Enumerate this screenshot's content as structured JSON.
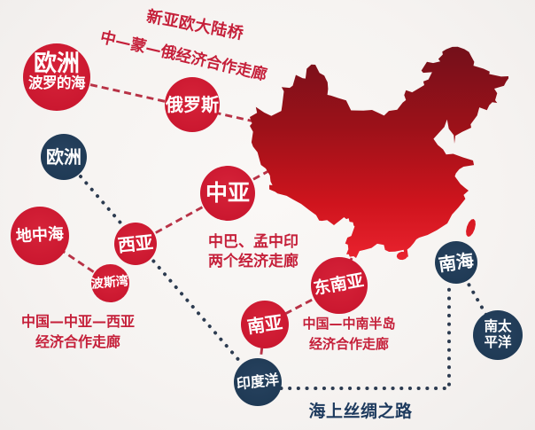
{
  "colors": {
    "background": "#f6f3f1",
    "map_gradient_top": "#73101a",
    "map_gradient_bottom": "#ec2430",
    "red_node": "#d01d33",
    "navy_node": "#203a56",
    "red_text": "#c5203a",
    "navy_text": "#1d3a5e",
    "red_dash_line": "#b83246",
    "navy_dot_line": "#2c3b50",
    "node_text": "#ffffff"
  },
  "nodes": [
    {
      "id": "europe-baltic",
      "label": "欧洲",
      "sublabel": "波罗的海",
      "type": "red"
    },
    {
      "id": "russia",
      "label": "俄罗斯",
      "type": "red"
    },
    {
      "id": "europe",
      "label": "欧洲",
      "type": "navy"
    },
    {
      "id": "central-asia",
      "label": "中亚",
      "type": "red"
    },
    {
      "id": "mediterranean",
      "label": "地中海",
      "type": "red"
    },
    {
      "id": "west-asia",
      "label": "西亚",
      "type": "red"
    },
    {
      "id": "persian-gulf",
      "label": "波斯湾",
      "type": "red"
    },
    {
      "id": "southeast-asia",
      "label": "东南亚",
      "type": "red"
    },
    {
      "id": "south-asia",
      "label": "南亚",
      "type": "red"
    },
    {
      "id": "indian-ocean",
      "label": "印度洋",
      "type": "navy"
    },
    {
      "id": "south-china-sea",
      "label": "南海",
      "type": "navy"
    },
    {
      "id": "south-pacific",
      "label": "南太平洋",
      "type": "navy"
    }
  ],
  "annotations": [
    {
      "id": "new-eurasian-land-bridge",
      "text": "新亚欧大陆桥"
    },
    {
      "id": "china-mongolia-russia-corridor",
      "text": "中—蒙—俄经济合作走廊"
    },
    {
      "id": "two-corridors",
      "line1": "中巴、孟中印",
      "line2": "两个经济走廊"
    },
    {
      "id": "china-central-west-asia-corridor",
      "line1": "中国—中亚—西亚",
      "line2": "经济合作走廊"
    },
    {
      "id": "china-indochina-corridor",
      "line1": "中国—中南半岛",
      "line2": "经济合作走廊"
    },
    {
      "id": "maritime-silk-road",
      "text": "海上丝绸之路"
    }
  ],
  "connections": {
    "red_dashed": [
      {
        "from": "europe-baltic",
        "to": "china",
        "via": "russia"
      },
      {
        "from": "central-asia",
        "to": "china"
      },
      {
        "from": "west-asia",
        "to": "central-asia"
      },
      {
        "from": "mediterranean",
        "to": "persian-gulf"
      },
      {
        "from": "south-asia",
        "to": "southeast-asia"
      },
      {
        "from": "south-asia",
        "to": "indian-ocean"
      },
      {
        "from": "southeast-asia",
        "to": "china"
      }
    ],
    "navy_dotted": [
      {
        "from": "europe",
        "to": "indian-ocean",
        "via": "west-asia"
      },
      {
        "from": "indian-ocean",
        "to": "south-china-sea"
      },
      {
        "from": "south-china-sea",
        "to": "south-pacific"
      }
    ]
  }
}
